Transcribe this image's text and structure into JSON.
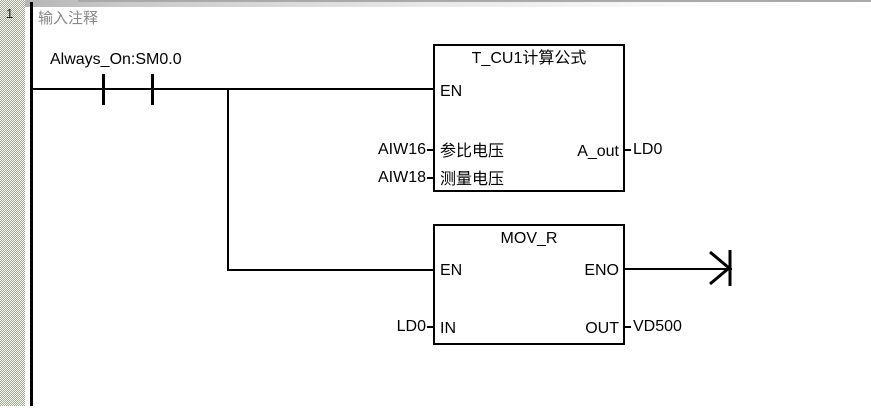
{
  "editor": {
    "kind": "plc-ladder-logic-editor",
    "network_number": "1",
    "network_comment": "输入注释",
    "comment_color": "#878787",
    "line_color": "#000000",
    "background": "#ffffff"
  },
  "rung": {
    "contact": {
      "type": "normally-open-contact",
      "label": "Always_On:SM0.0"
    },
    "branch": {
      "type": "vertical-branch"
    },
    "terminator": {
      "type": "power-flow-arrow",
      "label": ""
    }
  },
  "blocks": [
    {
      "id": "fb-t-cu1",
      "title": "T_CU1计算公式",
      "en_pin": "EN",
      "inputs": [
        {
          "pin": "参比电压",
          "operand": "AIW16"
        },
        {
          "pin": "测量电压",
          "operand": "AIW18"
        }
      ],
      "outputs": [
        {
          "pin": "A_out",
          "operand": "LD0"
        }
      ]
    },
    {
      "id": "fb-mov-r",
      "title": "MOV_R",
      "en_pin": "EN",
      "eno_pin": "ENO",
      "inputs": [
        {
          "pin": "IN",
          "operand": "LD0"
        }
      ],
      "outputs": [
        {
          "pin": "OUT",
          "operand": "VD500"
        }
      ]
    }
  ]
}
